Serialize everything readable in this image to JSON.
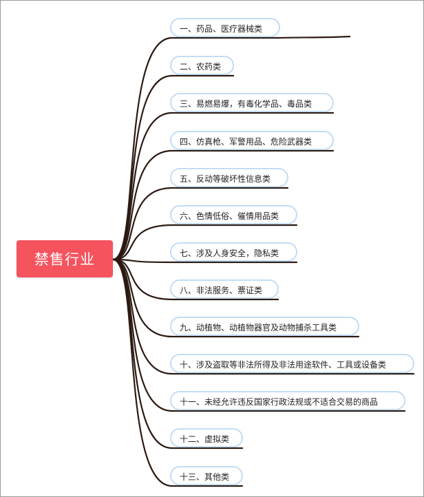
{
  "root": {
    "label": "禁售行业"
  },
  "branches": [
    {
      "label": "一、药品、医疗器械类"
    },
    {
      "label": "二、农药类"
    },
    {
      "label": "三、易燃易爆，有毒化学品、毒品类"
    },
    {
      "label": "四、仿真枪、军警用品、危险武器类"
    },
    {
      "label": "五、反动等破坏性信息类"
    },
    {
      "label": "六、色情低俗、催情用品类"
    },
    {
      "label": "七、涉及人身安全，隐私类"
    },
    {
      "label": "八、非法服务、票证类"
    },
    {
      "label": "九、动植物、动植物器官及动物捕杀工具类"
    },
    {
      "label": "十、涉及盗取等非法所得及非法用途软件、工具或设备类"
    },
    {
      "label": "十一、未经允许违反国家行政法规或不适合交易的商品"
    },
    {
      "label": "十二、虚拟类"
    },
    {
      "label": "十三、其他类"
    }
  ],
  "colors": {
    "root_fill": "#f5535e",
    "node_border": "#c3dcf4",
    "connector": "#2b1a12"
  }
}
